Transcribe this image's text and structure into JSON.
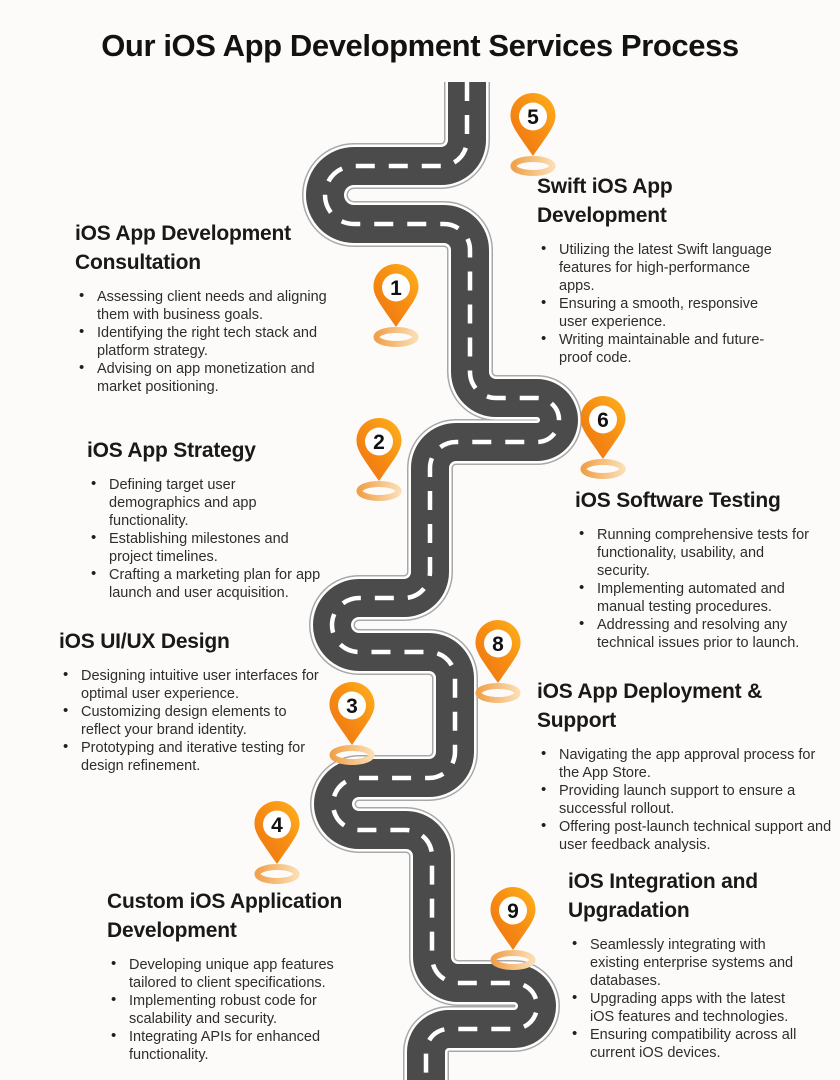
{
  "title": "Our iOS App Development Services Process",
  "steps": [
    {
      "number": "1",
      "title": "iOS App Development Consultation",
      "bullets": [
        "Assessing client needs and aligning them with business goals.",
        "Identifying the right tech stack and platform strategy.",
        "Advising on app monetization and market positioning."
      ]
    },
    {
      "number": "2",
      "title": "iOS App Strategy",
      "bullets": [
        "Defining target user demographics and app functionality.",
        "Establishing milestones and project timelines.",
        "Crafting a marketing plan for app launch and user acquisition."
      ]
    },
    {
      "number": "3",
      "title": "iOS UI/UX Design",
      "bullets": [
        "Designing intuitive user interfaces for optimal user experience.",
        "Customizing design elements to reflect your brand identity.",
        "Prototyping and iterative testing for design refinement."
      ]
    },
    {
      "number": "4",
      "title": "Custom iOS Application Development",
      "bullets": [
        "Developing unique app features tailored to client specifications.",
        "Implementing robust code for scalability and security.",
        "Integrating APIs for enhanced functionality."
      ]
    },
    {
      "number": "5",
      "title": "Swift iOS App Development",
      "bullets": [
        "Utilizing the latest Swift language features for high-performance apps.",
        "Ensuring a smooth, responsive user experience.",
        "Writing maintainable and future-proof code."
      ]
    },
    {
      "number": "6",
      "title": "iOS Software Testing",
      "bullets": [
        "Running comprehensive tests for functionality, usability, and security.",
        "Implementing automated and manual testing procedures.",
        "Addressing and resolving any technical issues prior to launch."
      ]
    },
    {
      "number": "8",
      "title": "iOS App Deployment & Support",
      "bullets": [
        "Navigating the app approval process for the App Store.",
        "Providing launch support to ensure a successful rollout.",
        "Offering post-launch technical support and user feedback analysis."
      ]
    },
    {
      "number": "9",
      "title": "iOS Integration and Upgradation",
      "bullets": [
        "Seamlessly integrating with existing enterprise systems and databases.",
        "Upgrading apps with the latest iOS features and technologies.",
        "Ensuring compatibility across all current iOS devices."
      ]
    }
  ],
  "colors": {
    "pin_orange_light": "#FFB31C",
    "pin_orange_dark": "#EE7110",
    "ring_orange": "#F0A14B",
    "ring_peach": "#FBDDB2",
    "road_asphalt": "#4B4B4B",
    "road_edge": "#FFFFFF",
    "road_outline": "#A8A8A8",
    "heading_text": "#191919",
    "body_text": "#2D2D2D",
    "background": "#FCFBF9"
  }
}
